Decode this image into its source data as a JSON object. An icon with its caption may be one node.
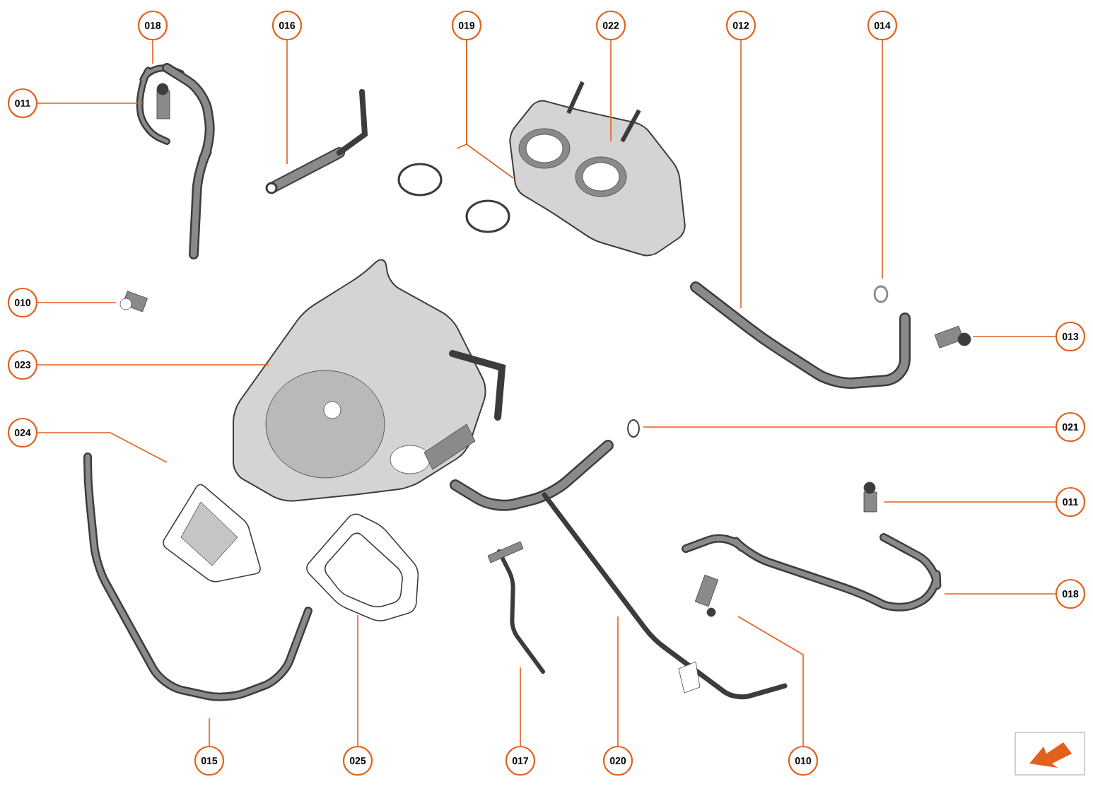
{
  "diagram": {
    "nodes": [
      {
        "text": [
          "018"
        ]
      },
      {
        "text": [
          "016"
        ]
      },
      {
        "text": [
          "019"
        ]
      },
      {
        "text": [
          "022"
        ]
      },
      {
        "text": [
          "012"
        ]
      },
      {
        "text": [
          "014"
        ]
      },
      {
        "text": [
          "011"
        ]
      },
      {
        "text": [
          "010"
        ]
      },
      {
        "text": [
          "023"
        ]
      },
      {
        "text": [
          "024"
        ]
      },
      {
        "text": [
          "013"
        ]
      },
      {
        "text": [
          "021"
        ]
      },
      {
        "text": [
          "011"
        ]
      },
      {
        "text": [
          "018"
        ]
      },
      {
        "text": [
          "015"
        ]
      },
      {
        "text": [
          "025"
        ]
      },
      {
        "text": [
          "017"
        ]
      },
      {
        "text": [
          "020"
        ]
      },
      {
        "text": [
          "010"
        ]
      }
    ],
    "edges": [
      {
        "from": 0,
        "to": null,
        "arrow": "none"
      },
      {
        "from": 1,
        "to": null,
        "arrow": "none"
      },
      {
        "from": 2,
        "to": null,
        "arrow": "none"
      },
      {
        "from": 2,
        "to": null,
        "arrow": "none"
      },
      {
        "from": 3,
        "to": null,
        "arrow": "none"
      },
      {
        "from": 4,
        "to": null,
        "arrow": "none"
      },
      {
        "from": 5,
        "to": null,
        "arrow": "none"
      },
      {
        "from": 6,
        "to": null,
        "arrow": "none"
      },
      {
        "from": 7,
        "to": null,
        "arrow": "none"
      },
      {
        "from": 8,
        "to": null,
        "arrow": "none"
      },
      {
        "from": 9,
        "to": null,
        "arrow": "none"
      },
      {
        "from": 10,
        "to": null,
        "arrow": "none"
      },
      {
        "from": 11,
        "to": null,
        "arrow": "none"
      },
      {
        "from": 12,
        "to": null,
        "arrow": "none"
      },
      {
        "from": 13,
        "to": null,
        "arrow": "none"
      },
      {
        "from": 14,
        "to": null,
        "arrow": "none"
      },
      {
        "from": 15,
        "to": null,
        "arrow": "none"
      },
      {
        "from": 16,
        "to": null,
        "arrow": "none"
      },
      {
        "from": 17,
        "to": null,
        "arrow": "none"
      },
      {
        "from": 18,
        "to": null,
        "arrow": "none"
      }
    ]
  }
}
